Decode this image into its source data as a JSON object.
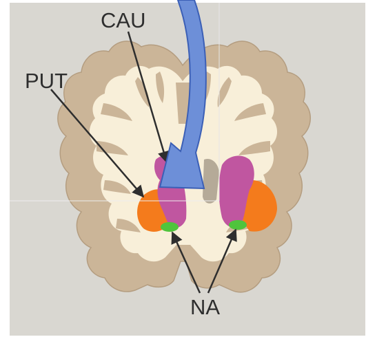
{
  "labels": {
    "caudate": "CAU",
    "putamen": "PUT",
    "nucleus_accumbens": "NA"
  },
  "colors": {
    "background": "#d9d7d1",
    "cortex": "#cbb598",
    "white_matter": "#f8efd9",
    "caudate": "#c056a0",
    "putamen": "#f47b1c",
    "nucleus_accumbens": "#4fc43c",
    "arrow_fill": "#6d8fd8",
    "arrow_stroke": "#3b5fb6",
    "leader_lines": "#2e2e2e"
  }
}
